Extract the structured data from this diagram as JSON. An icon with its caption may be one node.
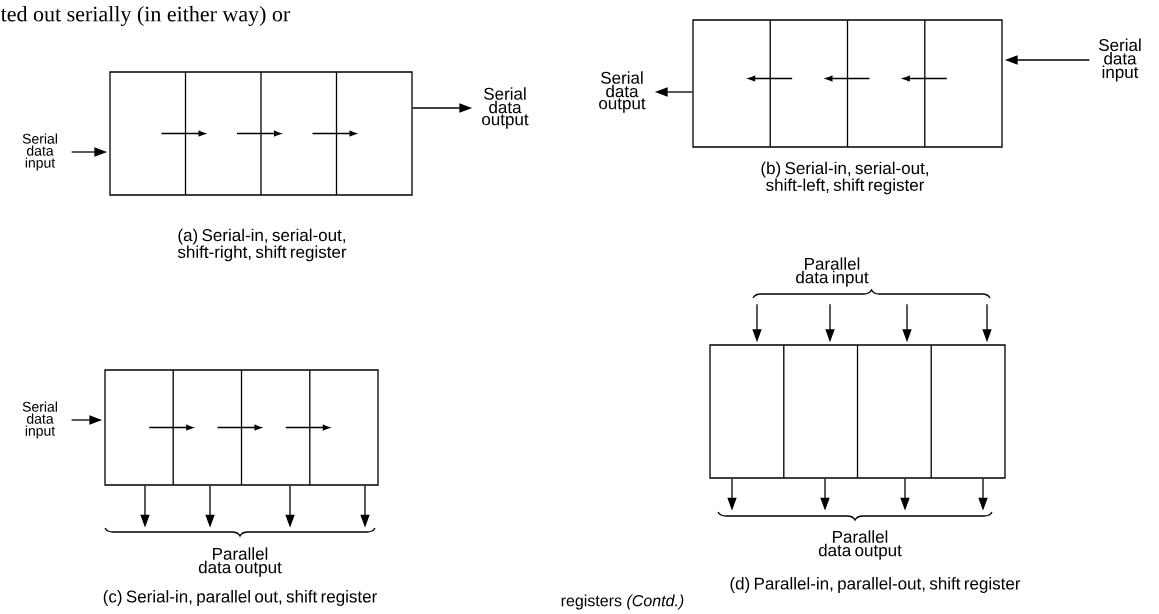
{
  "diagram": {
    "nodes": [
      {
        "text": [
          "Serial data input"
        ]
      },
      {
        "text": [],
        "shape": "box"
      },
      {
        "text": [
          "Serial data output"
        ]
      },
      {
        "text": [
          "Serial data output"
        ]
      },
      {
        "text": [],
        "shape": "box"
      },
      {
        "text": [
          "Serial data input"
        ]
      },
      {
        "text": [
          "Serial data input"
        ]
      },
      {
        "text": [],
        "shape": "box"
      },
      {
        "text": [
          "Parallel data output"
        ]
      },
      {
        "text": [
          "Parallel data input"
        ]
      },
      {
        "text": [],
        "shape": "box"
      },
      {
        "text": [
          "Parallel data output"
        ]
      }
    ],
    "edges": [
      {
        "from": 0,
        "to": 1,
        "arrow": "to"
      },
      {
        "from": 1,
        "to": 2,
        "arrow": "to"
      },
      {
        "from": 4,
        "to": 3,
        "arrow": "to"
      },
      {
        "from": 5,
        "to": 4,
        "arrow": "to"
      },
      {
        "from": 6,
        "to": 7,
        "arrow": "to"
      },
      {
        "from": 7,
        "to": 8,
        "arrow": "to"
      },
      {
        "from": 7,
        "to": 8,
        "arrow": "to"
      },
      {
        "from": 7,
        "to": 8,
        "arrow": "to"
      },
      {
        "from": 7,
        "to": 8,
        "arrow": "to"
      },
      {
        "from": 9,
        "to": 10,
        "arrow": "to"
      },
      {
        "from": 9,
        "to": 10,
        "arrow": "to"
      },
      {
        "from": 9,
        "to": 10,
        "arrow": "to"
      },
      {
        "from": 9,
        "to": 10,
        "arrow": "to"
      },
      {
        "from": 10,
        "to": 11,
        "arrow": "to"
      },
      {
        "from": 10,
        "to": 11,
        "arrow": "to"
      },
      {
        "from": 10,
        "to": 11,
        "arrow": "to"
      },
      {
        "from": 10,
        "to": 11,
        "arrow": "to"
      }
    ],
    "labels": [
      "ted out serially (in either way) or",
      "(b) Serial-in, serial-out, shift-left, shift register",
      "(a) Serial-in, serial-out, shift-right, shift register",
      "(d) Parallel-in, parallel-out, shift register",
      "(c) Serial-in, parallel out, shift register",
      "registers *(Contd.)*"
    ]
  }
}
